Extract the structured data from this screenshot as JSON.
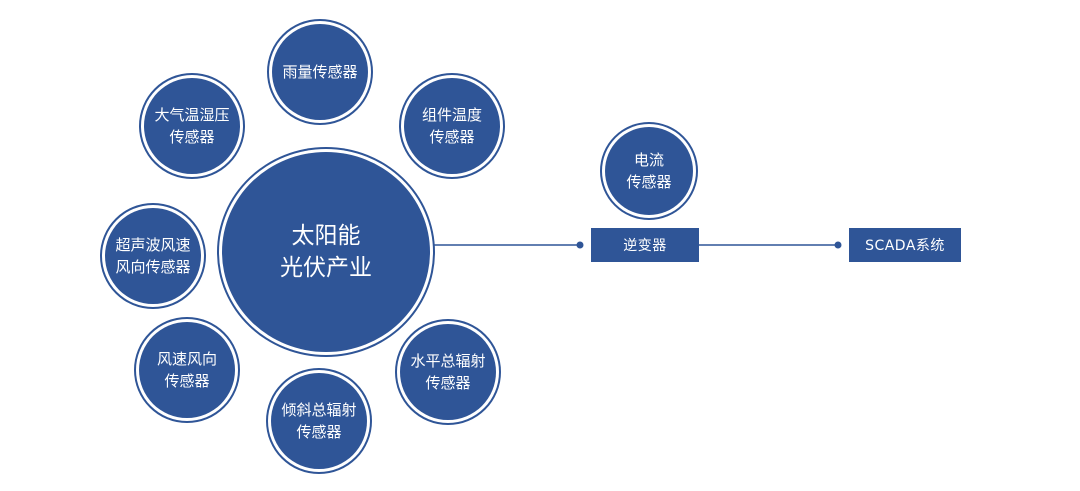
{
  "colors": {
    "node_fill": "#2f5597",
    "line": "#2f5597",
    "text": "#ffffff"
  },
  "hub": {
    "label": "太阳能\n光伏产业"
  },
  "sensors": {
    "rain": "雨量传感器",
    "atmos": "大气温湿压\n传感器",
    "module_temp": "组件温度\n传感器",
    "ultrasonic": "超声波风速\n风向传感器",
    "wind": "风速风向\n传感器",
    "tilt_radiation": "倾斜总辐射\n传感器",
    "horizontal_radiation": "水平总辐射\n传感器",
    "current": "电流\n传感器"
  },
  "inverter": {
    "label": "逆变器"
  },
  "scada": {
    "label": "SCADA系统"
  }
}
